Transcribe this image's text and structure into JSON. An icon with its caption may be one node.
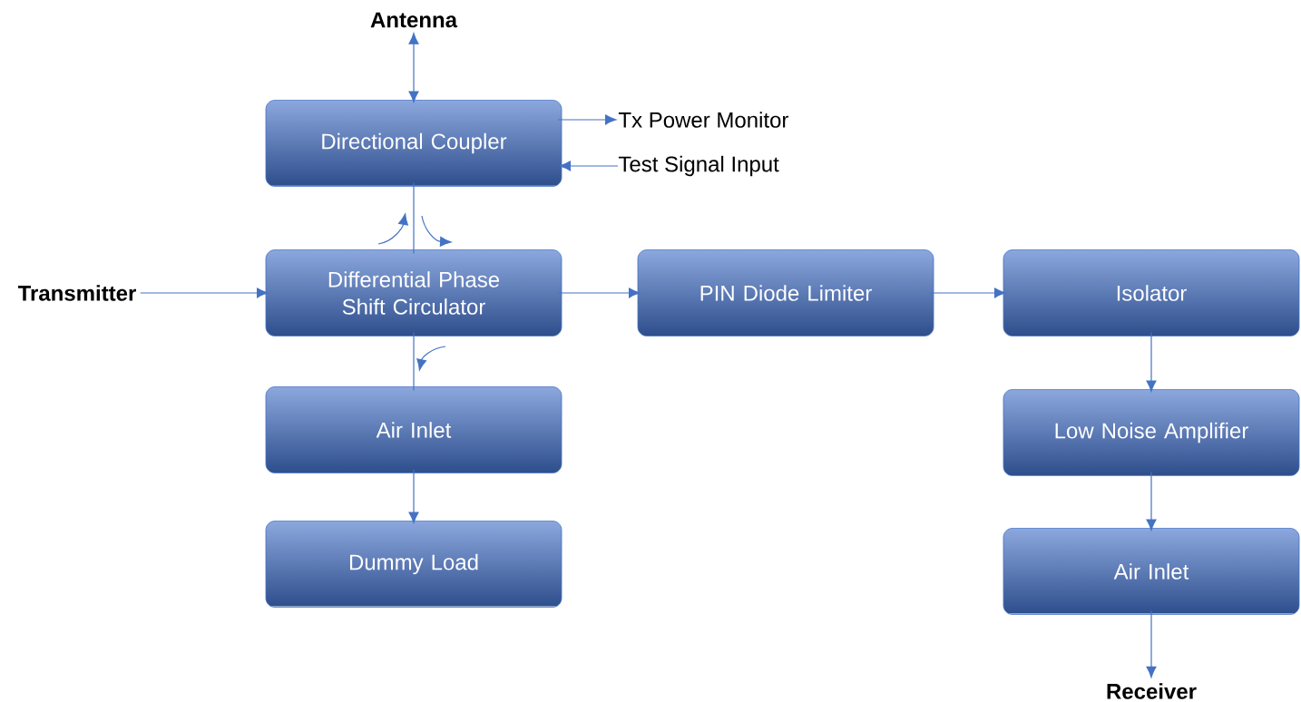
{
  "diagram": {
    "nodes": [
      {
        "text": [
          "Antenna"
        ]
      },
      {
        "text": [
          "Directional Coupler"
        ]
      },
      {
        "text": [
          "Tx Power Monitor"
        ]
      },
      {
        "text": [
          "Test Signal Input"
        ]
      },
      {
        "text": [
          "Transmitter"
        ]
      },
      {
        "text": [
          "Differential Phase Shift Circulator"
        ]
      },
      {
        "text": [
          "PIN Diode Limiter"
        ]
      },
      {
        "text": [
          "Isolator"
        ]
      },
      {
        "text": [
          "Air Inlet"
        ]
      },
      {
        "text": [
          "Low Noise Amplifier"
        ]
      },
      {
        "text": [
          "Dummy Load"
        ]
      },
      {
        "text": [
          "Air Inlet"
        ]
      },
      {
        "text": [
          "Receiver"
        ]
      }
    ],
    "edges": [
      {
        "from": 0,
        "to": 1,
        "arrow": "both"
      },
      {
        "from": 1,
        "to": 2,
        "arrow": "to"
      },
      {
        "from": 3,
        "to": 1,
        "arrow": "to"
      },
      {
        "from": 1,
        "to": 5,
        "arrow": "none"
      },
      {
        "from": 4,
        "to": 5,
        "arrow": "to"
      },
      {
        "from": 5,
        "to": 6,
        "arrow": "to"
      },
      {
        "from": 6,
        "to": 7,
        "arrow": "to"
      },
      {
        "from": 5,
        "to": 8,
        "arrow": "none"
      },
      {
        "from": 8,
        "to": 10,
        "arrow": "to"
      },
      {
        "from": 7,
        "to": 9,
        "arrow": "to"
      },
      {
        "from": 9,
        "to": 11,
        "arrow": "to"
      },
      {
        "from": 11,
        "to": 12,
        "arrow": "to"
      }
    ]
  }
}
